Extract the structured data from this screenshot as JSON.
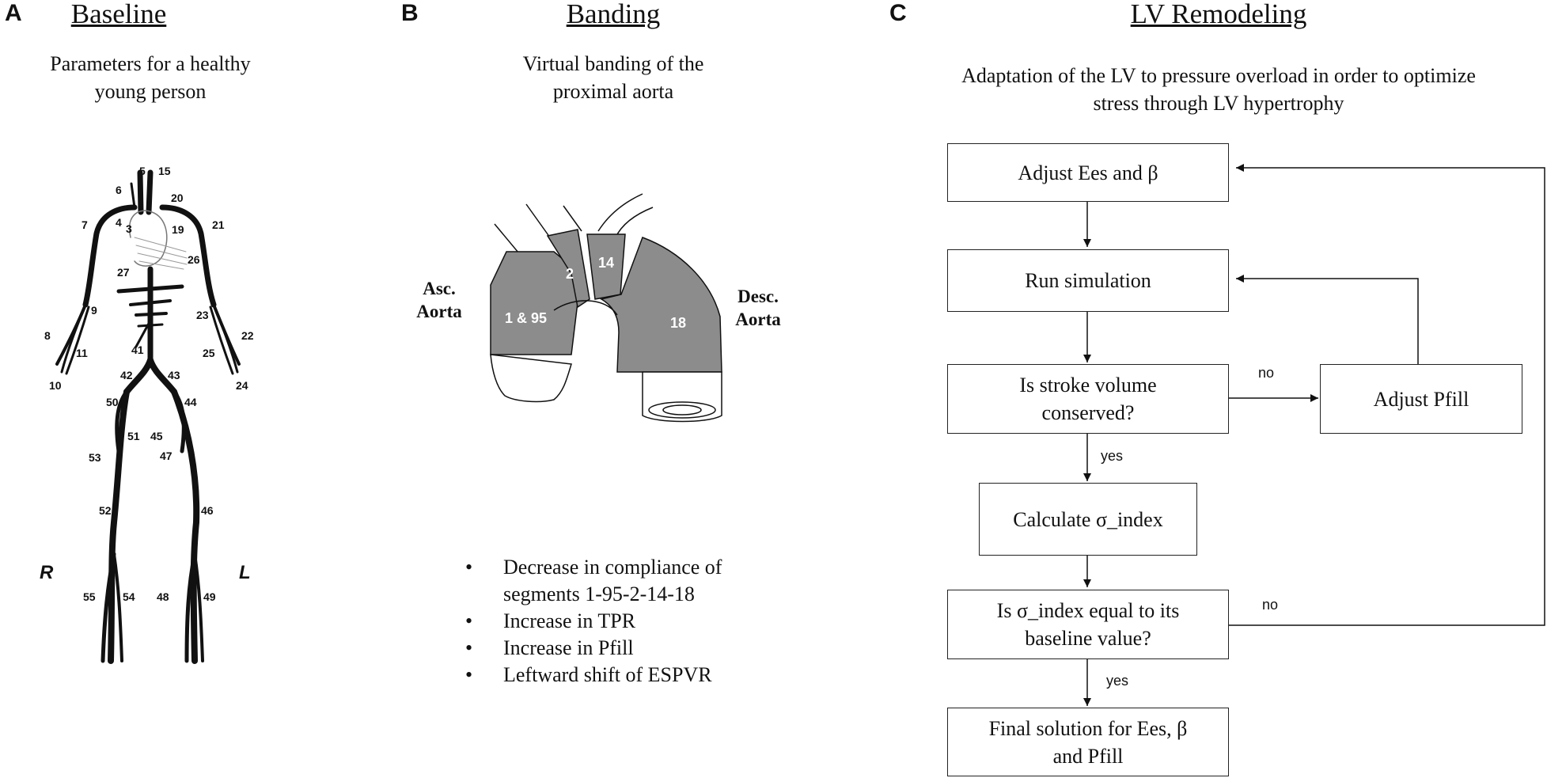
{
  "panels": {
    "a": {
      "letter": "A",
      "title": "Baseline",
      "subtitle_line1": "Parameters for a healthy",
      "subtitle_line2": "young person"
    },
    "b": {
      "letter": "B",
      "title": "Banding",
      "subtitle_line1": "Virtual banding of the",
      "subtitle_line2": "proximal aorta"
    },
    "c": {
      "letter": "C",
      "title": "LV Remodeling",
      "subtitle_line1": "Adaptation of the LV to pressure overload in order to optimize",
      "subtitle_line2": "stress through LV hypertrophy"
    }
  },
  "vessel_labels": [
    "5",
    "15",
    "6",
    "20",
    "4",
    "3",
    "19",
    "7",
    "21",
    "26",
    "27",
    "9",
    "23",
    "8",
    "22",
    "11",
    "25",
    "41",
    "10",
    "24",
    "42",
    "43",
    "50",
    "44",
    "51",
    "45",
    "53",
    "47",
    "52",
    "46",
    "55",
    "54",
    "48",
    "49"
  ],
  "side_labels": {
    "right": "R",
    "left": "L"
  },
  "aorta": {
    "asc_line1": "Asc.",
    "asc_line2": "Aorta",
    "desc_line1": "Desc.",
    "desc_line2": "Aorta",
    "segments": [
      "1 & 95",
      "2",
      "14",
      "18"
    ],
    "color": "#8c8c8c"
  },
  "bullets": [
    "Decrease in compliance of segments 1-95-2-14-18",
    "Increase in TPR",
    "Increase in Pfill",
    "Leftward shift of ESPVR"
  ],
  "flowchart": {
    "adjust_ees": "Adjust Ees and β",
    "run_sim": "Run simulation",
    "sv_line1": "Is stroke volume",
    "sv_line2": "conserved?",
    "adjust_pfill": "Adjust Pfill",
    "calc_sigma": "Calculate σ_index",
    "sigma_line1": "Is σ_index equal to its",
    "sigma_line2": "baseline value?",
    "final_line1": "Final solution for Ees, β",
    "final_line2": "and Pfill",
    "no_1": "no",
    "yes_1": "yes",
    "no_2": "no",
    "yes_2": "yes"
  }
}
